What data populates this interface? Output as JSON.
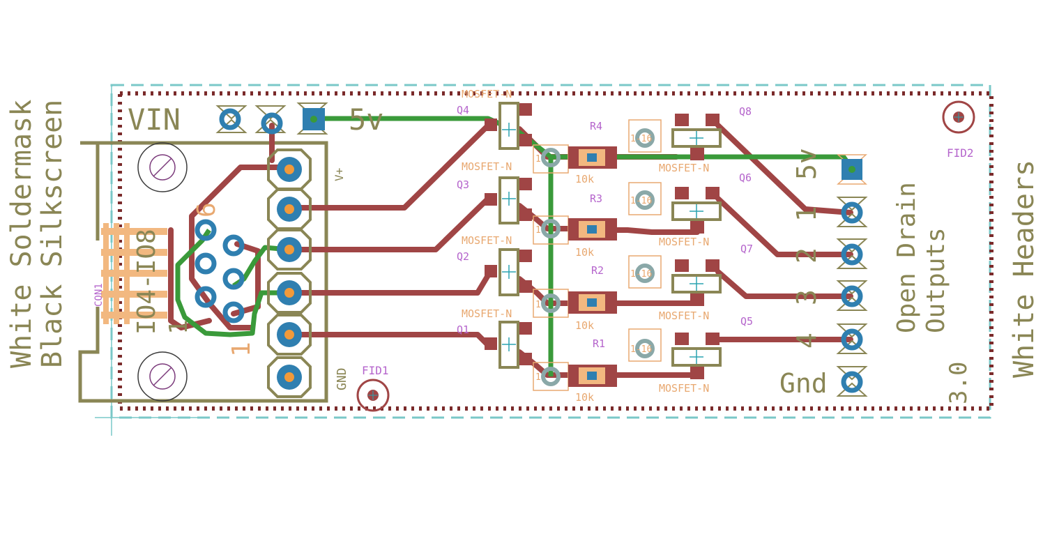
{
  "board": {
    "version": "3.0",
    "side_left": [
      "White Soldermask",
      "Black Silkscreen"
    ],
    "side_right": "White Headers",
    "outputs_title": [
      "Open Drain",
      "Outputs"
    ]
  },
  "power": {
    "vin": "VIN",
    "v5_top": "5v",
    "v5_right": "5v",
    "gnd": "Gnd"
  },
  "connector": {
    "name": "CON1",
    "io_labels": [
      "IO4-IO8",
      "1"
    ],
    "pin6": "6",
    "pin1": "1",
    "header_labels": [
      "V+",
      "GND"
    ]
  },
  "fiducials": [
    "FID1",
    "FID2"
  ],
  "mosfets": [
    {
      "name": "Q4",
      "value": "MOSFET-N"
    },
    {
      "name": "Q3",
      "value": "MOSFET-N"
    },
    {
      "name": "Q2",
      "value": "MOSFET-N"
    },
    {
      "name": "Q1",
      "value": "MOSFET-N"
    },
    {
      "name": "Q8",
      "value": "MOSFET-N"
    },
    {
      "name": "Q6",
      "value": "MOSFET-N"
    },
    {
      "name": "Q7",
      "value": "MOSFET-N"
    },
    {
      "name": "Q5",
      "value": "MOSFET-N"
    }
  ],
  "resistors": [
    {
      "name": "R4",
      "value": "10k"
    },
    {
      "name": "R3",
      "value": "10k"
    },
    {
      "name": "R2",
      "value": "10k"
    },
    {
      "name": "R1",
      "value": "10k"
    }
  ],
  "output_pins": [
    "1",
    "2",
    "3",
    "4"
  ],
  "via_label": "1-16",
  "pad_label": "1",
  "colors": {
    "copper_top": "#a04545",
    "copper_bottom": "#3a9a3a",
    "pads": "#2f7fb0",
    "silkscreen": "#8a8655",
    "document": "#e8a870",
    "names": "#b565cc",
    "dimension": "#7ac8c8",
    "restrict": "#7a2a2a"
  }
}
